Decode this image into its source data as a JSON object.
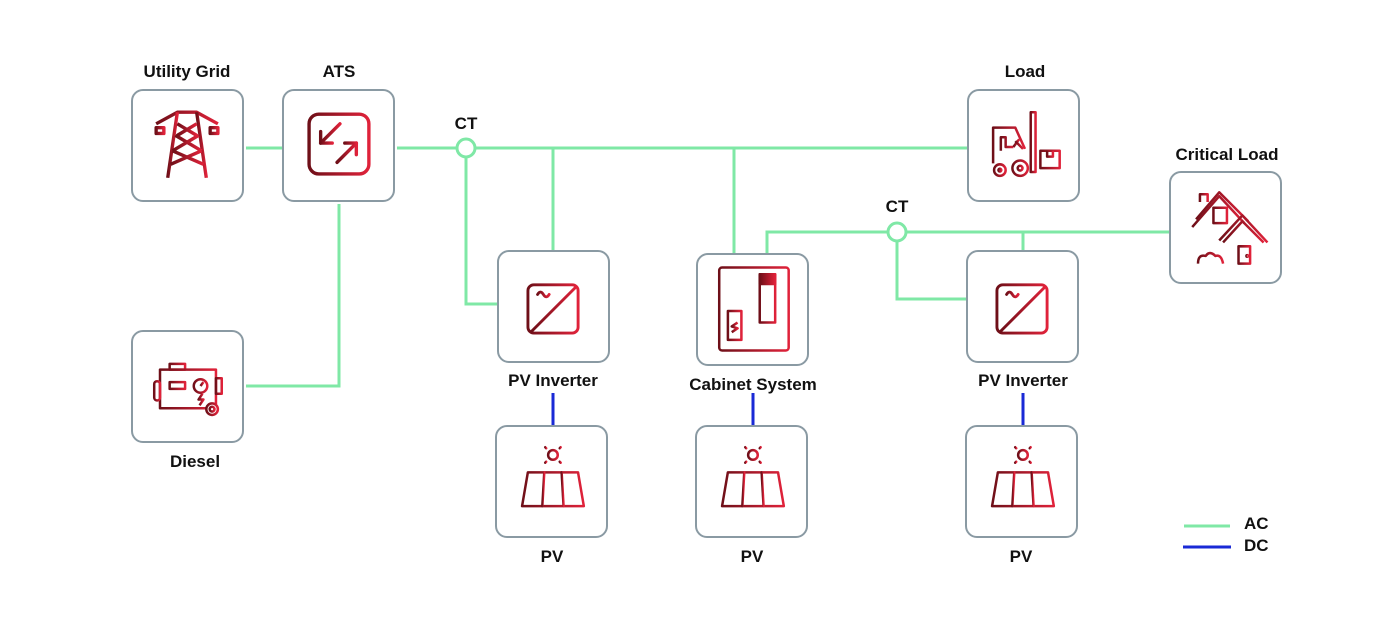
{
  "diagram": {
    "nodes": {
      "utility_grid": {
        "label": "Utility Grid",
        "icon": "transmission-tower-icon"
      },
      "ats": {
        "label": "ATS",
        "icon": "transfer-switch-icon"
      },
      "diesel": {
        "label": "Diesel",
        "icon": "diesel-generator-icon"
      },
      "pv_inverter_1": {
        "label": "PV Inverter",
        "icon": "inverter-icon"
      },
      "cabinet_system": {
        "label": "Cabinet System",
        "icon": "battery-cabinet-icon"
      },
      "pv_inverter_2": {
        "label": "PV Inverter",
        "icon": "inverter-icon"
      },
      "load": {
        "label": "Load",
        "icon": "forklift-icon"
      },
      "critical_load": {
        "label": "Critical Load",
        "icon": "house-icon"
      },
      "pv_1": {
        "label": "PV",
        "icon": "solar-panel-icon"
      },
      "pv_2": {
        "label": "PV",
        "icon": "solar-panel-icon"
      },
      "pv_3": {
        "label": "PV",
        "icon": "solar-panel-icon"
      }
    },
    "ct_labels": {
      "ct_1": "CT",
      "ct_2": "CT"
    },
    "legend": {
      "ac": {
        "label": "AC",
        "color": "#7fe8a6"
      },
      "dc": {
        "label": "DC",
        "color": "#1a2ad6"
      }
    },
    "colors": {
      "icon_dark": "#6e0f18",
      "icon_light": "#e0223a",
      "box_border": "#8a9aa3"
    }
  }
}
